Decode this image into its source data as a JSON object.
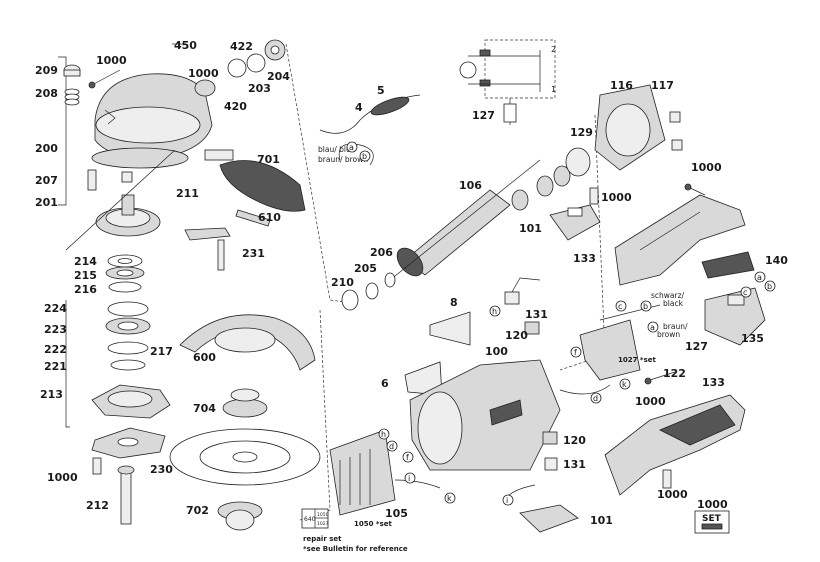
{
  "callouts": [
    {
      "id": "n-450",
      "text": "450"
    },
    {
      "id": "n-209",
      "text": "209"
    },
    {
      "id": "n-1000a",
      "text": "1000"
    },
    {
      "id": "n-208",
      "text": "208"
    },
    {
      "id": "n-200",
      "text": "200"
    },
    {
      "id": "n-207",
      "text": "207"
    },
    {
      "id": "n-201",
      "text": "201"
    },
    {
      "id": "n-1000b",
      "text": "1000"
    },
    {
      "id": "n-422",
      "text": "422"
    },
    {
      "id": "n-203",
      "text": "203"
    },
    {
      "id": "n-204",
      "text": "204"
    },
    {
      "id": "n-420",
      "text": "420"
    },
    {
      "id": "n-4",
      "text": "4"
    },
    {
      "id": "n-5",
      "text": "5"
    },
    {
      "id": "n-701",
      "text": "701"
    },
    {
      "id": "n-211",
      "text": "211"
    },
    {
      "id": "n-610",
      "text": "610"
    },
    {
      "id": "n-231",
      "text": "231"
    },
    {
      "id": "n-214",
      "text": "214"
    },
    {
      "id": "n-215",
      "text": "215"
    },
    {
      "id": "n-216",
      "text": "216"
    },
    {
      "id": "n-224",
      "text": "224"
    },
    {
      "id": "n-223",
      "text": "223"
    },
    {
      "id": "n-222",
      "text": "222"
    },
    {
      "id": "n-221",
      "text": "221"
    },
    {
      "id": "n-217",
      "text": "217"
    },
    {
      "id": "n-213",
      "text": "213"
    },
    {
      "id": "n-230",
      "text": "230"
    },
    {
      "id": "n-1000c",
      "text": "1000"
    },
    {
      "id": "n-212",
      "text": "212"
    },
    {
      "id": "n-600",
      "text": "600"
    },
    {
      "id": "n-704",
      "text": "704"
    },
    {
      "id": "n-702",
      "text": "702"
    },
    {
      "id": "n-127a",
      "text": "127"
    },
    {
      "id": "n-116",
      "text": "116"
    },
    {
      "id": "n-117",
      "text": "117"
    },
    {
      "id": "n-129",
      "text": "129"
    },
    {
      "id": "n-106",
      "text": "106"
    },
    {
      "id": "n-1000d",
      "text": "1000"
    },
    {
      "id": "n-1000e",
      "text": "1000"
    },
    {
      "id": "n-101a",
      "text": "101"
    },
    {
      "id": "n-206",
      "text": "206"
    },
    {
      "id": "n-205",
      "text": "205"
    },
    {
      "id": "n-210",
      "text": "210"
    },
    {
      "id": "n-133a",
      "text": "133"
    },
    {
      "id": "n-140",
      "text": "140"
    },
    {
      "id": "n-8",
      "text": "8"
    },
    {
      "id": "n-131a",
      "text": "131"
    },
    {
      "id": "n-120a",
      "text": "120"
    },
    {
      "id": "n-100",
      "text": "100"
    },
    {
      "id": "n-6",
      "text": "6"
    },
    {
      "id": "n-135",
      "text": "135"
    },
    {
      "id": "n-127b",
      "text": "127"
    },
    {
      "id": "n-122",
      "text": "122"
    },
    {
      "id": "n-133b",
      "text": "133"
    },
    {
      "id": "n-1000f",
      "text": "1000"
    },
    {
      "id": "n-120b",
      "text": "120"
    },
    {
      "id": "n-131b",
      "text": "131"
    },
    {
      "id": "n-105",
      "text": "105"
    },
    {
      "id": "n-1000g",
      "text": "1000"
    },
    {
      "id": "n-101b",
      "text": "101"
    },
    {
      "id": "n-1000h",
      "text": "1000"
    }
  ],
  "notes": {
    "blau_blue": "blau/ blue",
    "braun_brown": "braun/ brown",
    "schwarz_black_1": "schwarz/",
    "schwarz_black_2": "black",
    "braun_brown2_1": "braun/",
    "braun_brown2_2": "brown",
    "set_1027": "1027 *set",
    "set_1050": "1050 *set",
    "repair_set": "repair set",
    "bulletin": "*see Bulletin for reference",
    "badge_top": "640",
    "badge_r1": "1050",
    "badge_r2": "1027",
    "set_icon": "SET"
  },
  "circle_letters": {
    "a1": "a",
    "b1": "b",
    "h1": "h",
    "c1": "c",
    "f1": "f",
    "a2": "a",
    "b2": "b",
    "c2": "c",
    "a3": "a",
    "k1": "k",
    "d1": "d",
    "h2": "h",
    "d2": "d",
    "f2": "f",
    "i1": "i",
    "k2": "k",
    "i2": "i"
  },
  "switch_diagram": {
    "label1": "2",
    "label2": "1"
  }
}
